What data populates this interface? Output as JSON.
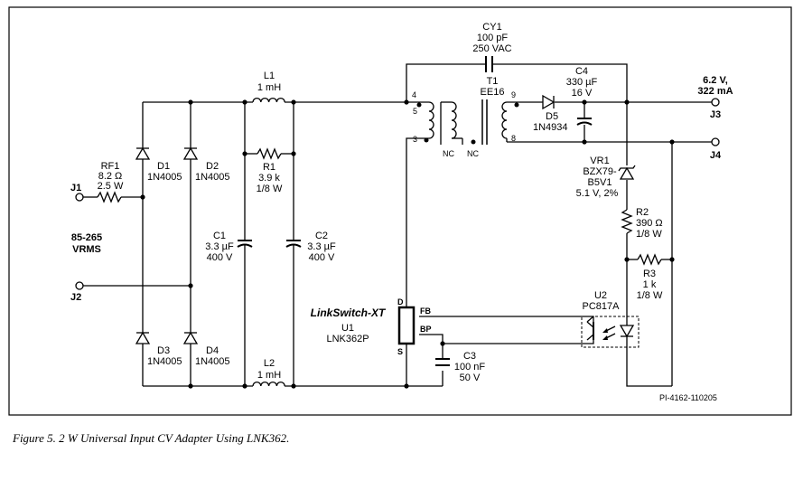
{
  "components": {
    "CY1": {
      "ref": "CY1",
      "value": "100 pF",
      "rating": "250 VAC"
    },
    "T1": {
      "ref": "T1",
      "part": "EE16"
    },
    "C4": {
      "ref": "C4",
      "value": "330 µF",
      "rating": "16 V"
    },
    "L1": {
      "ref": "L1",
      "value": "1 mH"
    },
    "L2": {
      "ref": "L2",
      "value": "1 mH"
    },
    "R1": {
      "ref": "R1",
      "value": "3.9 k",
      "rating": "1/8 W"
    },
    "RF1": {
      "ref": "RF1",
      "value": "8.2 Ω",
      "rating": "2.5 W"
    },
    "D1": {
      "ref": "D1",
      "part": "1N4005"
    },
    "D2": {
      "ref": "D2",
      "part": "1N4005"
    },
    "D3": {
      "ref": "D3",
      "part": "1N4005"
    },
    "D4": {
      "ref": "D4",
      "part": "1N4005"
    },
    "D5": {
      "ref": "D5",
      "part": "1N4934"
    },
    "C1": {
      "ref": "C1",
      "value": "3.3 µF",
      "rating": "400 V"
    },
    "C2": {
      "ref": "C2",
      "value": "3.3 µF",
      "rating": "400 V"
    },
    "C3": {
      "ref": "C3",
      "value": "100 nF",
      "rating": "50 V"
    },
    "VR1": {
      "ref": "VR1",
      "part_l1": "BZX79-",
      "part_l2": "B5V1",
      "spec": "5.1 V, 2%"
    },
    "R2": {
      "ref": "R2",
      "value": "390 Ω",
      "rating": "1/8 W"
    },
    "R3": {
      "ref": "R3",
      "value": "1 k",
      "rating": "1/8 W"
    },
    "U1": {
      "ref": "U1",
      "part": "LNK362P",
      "family": "LinkSwitch-XT"
    },
    "U2": {
      "ref": "U2",
      "part": "PC817A"
    }
  },
  "pins": {
    "t1_4": "4",
    "t1_5": "5",
    "t1_3": "3",
    "t1_9": "9",
    "t1_8": "8",
    "u1_d": "D",
    "u1_s": "S",
    "u1_fb": "FB",
    "u1_bp": "BP",
    "nc1": "NC",
    "nc2": "NC"
  },
  "connectors": {
    "J1": "J1",
    "J2": "J2",
    "J3": "J3",
    "J4": "J4",
    "input_range": "85-265",
    "input_unit": "VRMS",
    "output_voltage": "6.2 V,",
    "output_current": "322 mA"
  },
  "drawing_number": "PI-4162-110205",
  "caption": "Figure 5. 2 W Universal Input CV Adapter Using LNK362."
}
